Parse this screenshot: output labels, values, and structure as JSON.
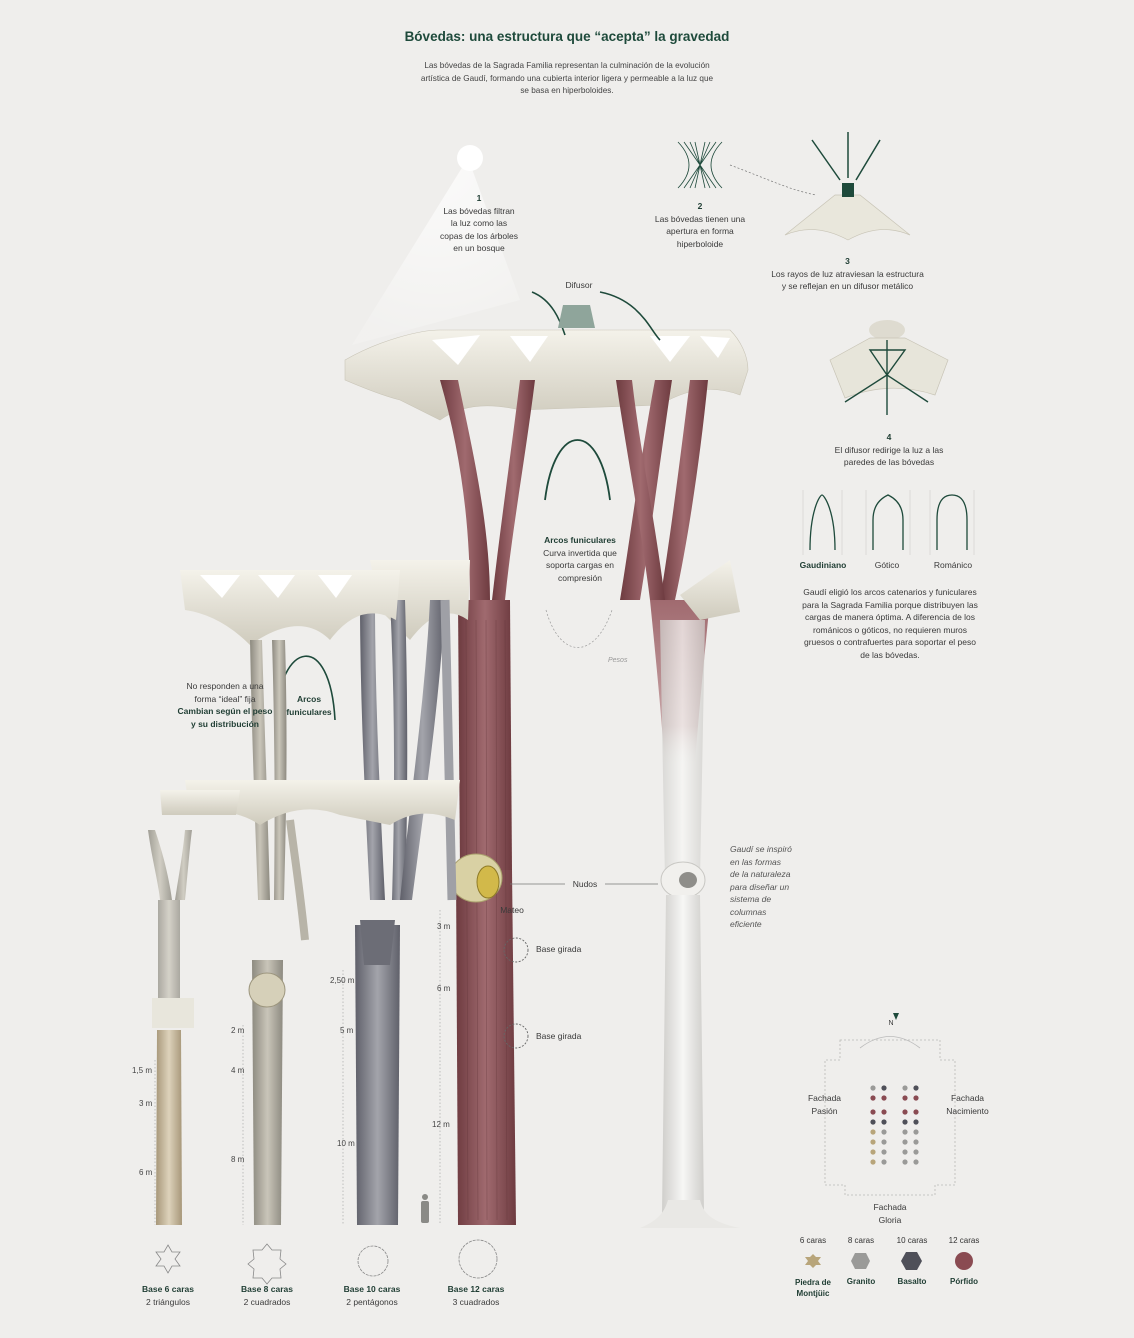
{
  "title": "Bóvedas: una estructura que “acepta” la gravedad",
  "intro": "Las bóvedas de la Sagrada Familia representan la culminación de la evolución artística de Gaudí, formando una cubierta interior ligera y permeable a la luz que se basa en hiperboloides.",
  "steps": [
    {
      "num": "1",
      "text": "Las bóvedas filtran la luz como las copas de los árboles en un bosque"
    },
    {
      "num": "2",
      "text": "Las bóvedas tienen una apertura en forma hiperboloide"
    },
    {
      "num": "3",
      "text": "Los rayos de luz atraviesan la estructura y se reflejan en un difusor metálico"
    },
    {
      "num": "4",
      "text": "El difusor redirige la luz a las paredes de las bóvedas"
    }
  ],
  "difusor_label": "Difusor",
  "arcos_main": {
    "title": "Arcos funiculares",
    "text": "Curva invertida que soporta cargas en compresión",
    "peso": "Pesos"
  },
  "arcos_small": "Arcos funiculares",
  "ideal_note": {
    "line1": "No responden a una forma “ideal” fija",
    "line2": "Cambian según el peso y su distribución"
  },
  "arch_types": [
    "Gaudiniano",
    "Gótico",
    "Románico"
  ],
  "arch_text": "Gaudí eligió los arcos catenarios y funiculares para la Sagrada Familia porque distribuyen las cargas de manera óptima. A diferencia de los románicos o góticos, no requieren muros gruesos o contrafuertes para soportar el peso de las bóvedas.",
  "nudos": "Nudos",
  "mateo": "Mateo",
  "base_girada": [
    "Base girada",
    "Base girada"
  ],
  "nature_note": "Gaudí se inspiró en las formas de la naturaleza para diseñar un sistema de columnas eficiente",
  "measures": {
    "c1": [
      "1,5 m",
      "3 m",
      "6 m"
    ],
    "c2": [
      "2 m",
      "4 m",
      "8 m"
    ],
    "c3": [
      "2,50 m",
      "5 m",
      "10 m"
    ],
    "c4": [
      "3 m",
      "6 m",
      "12 m"
    ]
  },
  "bases": [
    {
      "name": "Base 6 caras",
      "sub": "2 triángulos"
    },
    {
      "name": "Base 8 caras",
      "sub": "2 cuadrados"
    },
    {
      "name": "Base 10 caras",
      "sub": "2 pentágonos"
    },
    {
      "name": "Base 12 caras",
      "sub": "3 cuadrados"
    }
  ],
  "plan": {
    "north": "N",
    "pasion": "Fachada Pasión",
    "nacimiento": "Fachada Nacimiento",
    "gloria": "Fachada Gloria"
  },
  "legend": [
    {
      "faces": "6 caras",
      "material": "Piedra de Montjüic",
      "color": "#b8a57a"
    },
    {
      "faces": "8 caras",
      "material": "Granito",
      "color": "#9a9a98"
    },
    {
      "faces": "10 caras",
      "material": "Basalto",
      "color": "#4f5059"
    },
    {
      "faces": "12 caras",
      "material": "Pórfido",
      "color": "#8a4b52"
    }
  ],
  "colors": {
    "accent": "#1e4a3b",
    "porfido": "#8a4b52",
    "granito": "#9a9a98",
    "basalto": "#4f5059",
    "piedra": "#b8a57a",
    "vault": "#e8e6dd"
  }
}
